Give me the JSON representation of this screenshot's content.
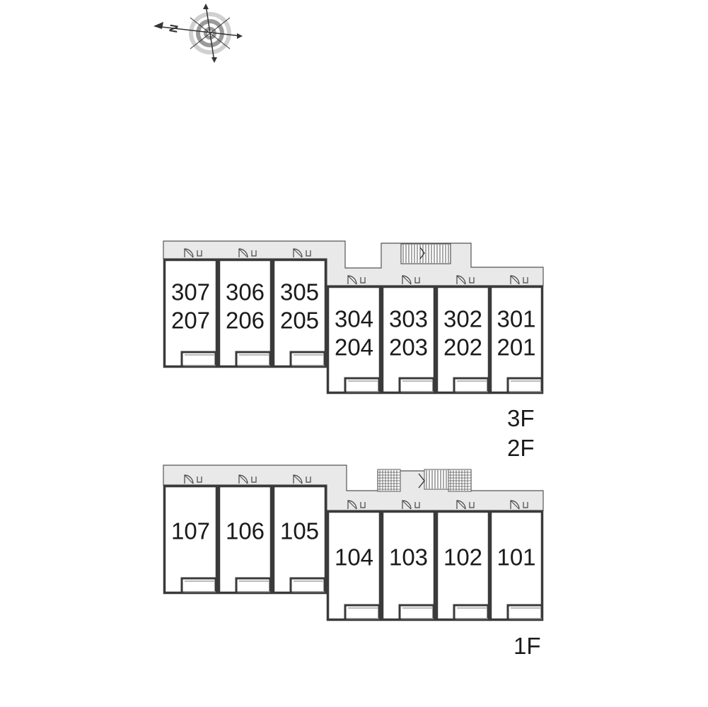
{
  "compass": {
    "north_label": "N",
    "icon": "compass-icon"
  },
  "upper_plan": {
    "floor_labels": [
      "3F",
      "2F"
    ],
    "units": [
      {
        "top": "307",
        "bottom": "207"
      },
      {
        "top": "306",
        "bottom": "206"
      },
      {
        "top": "305",
        "bottom": "205"
      },
      {
        "top": "304",
        "bottom": "204"
      },
      {
        "top": "303",
        "bottom": "203"
      },
      {
        "top": "302",
        "bottom": "202"
      },
      {
        "top": "301",
        "bottom": "201"
      }
    ]
  },
  "lower_plan": {
    "floor_labels": [
      "1F"
    ],
    "units": [
      {
        "top": "107"
      },
      {
        "top": "106"
      },
      {
        "top": "105"
      },
      {
        "top": "104"
      },
      {
        "top": "103"
      },
      {
        "top": "102"
      },
      {
        "top": "101"
      }
    ]
  },
  "colors": {
    "wall": "#3a3a3a",
    "corridor": "#e9e9e9",
    "outline": "#555555"
  }
}
